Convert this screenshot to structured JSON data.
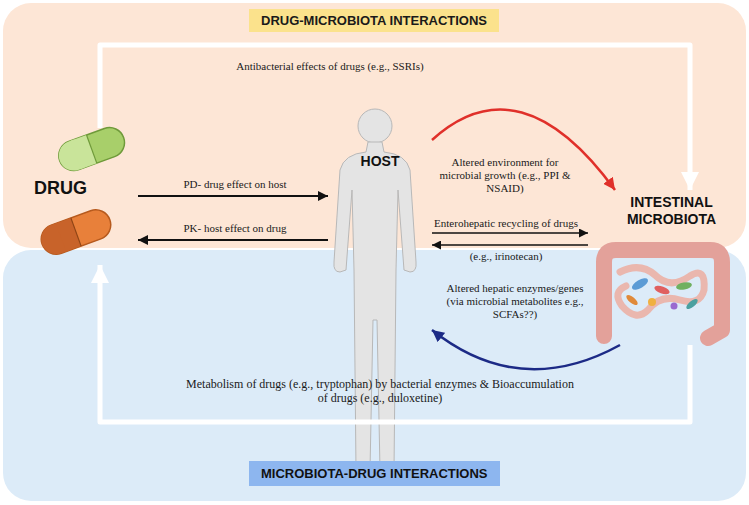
{
  "diagram": {
    "nodes": [
      {
        "text": [
          "DRUG-MICROBIOTA INTERACTIONS"
        ]
      },
      {
        "text": [
          "DRUG"
        ]
      },
      {
        "text": [
          "HOST"
        ]
      },
      {
        "text": [
          "INTESTINAL MICROBIOTA"
        ]
      },
      {
        "text": [
          "MICROBIOTA-DRUG INTERACTIONS"
        ]
      }
    ],
    "edges": [
      {
        "from": 1,
        "to": 2,
        "arrow": "to",
        "label": "PD- drug effect on host"
      },
      {
        "from": 2,
        "to": 1,
        "arrow": "to",
        "label": "PK- host effect on drug"
      },
      {
        "from": 1,
        "to": 3,
        "arrow": "to",
        "label": "Antibacterial effects of drugs (e.g., SSRIs)"
      },
      {
        "from": 2,
        "to": 3,
        "arrow": "to",
        "label": "Altered environment for microbial growth (e.g., PPI & NSAID)"
      },
      {
        "from": 2,
        "to": 3,
        "arrow": "to",
        "label": "Enterohepatic recycling of drugs"
      },
      {
        "from": 3,
        "to": 2,
        "arrow": "to",
        "label": "(e.g., irinotecan)"
      },
      {
        "from": 3,
        "to": 2,
        "arrow": "to",
        "label": "Altered hepatic enzymes/genes (via microbial metabolites e.g., SCFAs??)"
      },
      {
        "from": 3,
        "to": 1,
        "arrow": "to",
        "label": "Metabolism of drugs (e.g., tryptophan) by bacterial enzymes & Bioaccumulation of drugs (e.g., duloxetine)"
      }
    ]
  }
}
